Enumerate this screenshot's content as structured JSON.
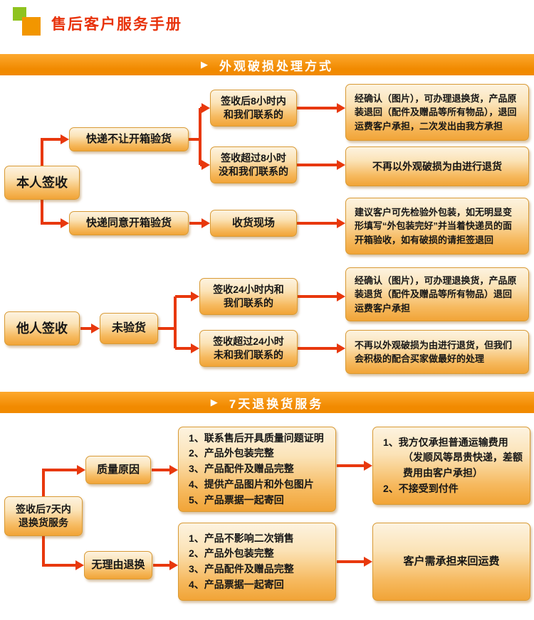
{
  "header": {
    "title": "售后客户服务手册"
  },
  "icons": {
    "banner_bullet": "▶"
  },
  "banners": {
    "damage": "外观破损处理方式",
    "returns": "7天退换货服务"
  },
  "colors": {
    "title_red": "#e8320b",
    "arrow_red": "#e8380d",
    "banner_orange": "#f18a00",
    "banner_orange_light": "#fda92f",
    "box_border": "#d89a35",
    "box_top": "#fdf3e0",
    "box_bottom": "#f1a437",
    "logo_green": "#8fc31f",
    "logo_orange": "#f29600"
  },
  "flow1": {
    "self_sign": "本人签收",
    "courier_no_open": "快递不让开箱验货",
    "courier_agree_open": "快递同意开箱验货",
    "contact_within_8h": "签收后8小时内\n和我们联系的",
    "no_contact_over_8h": "签收超过8小时\n没和我们联系的",
    "receiving_site": "收货现场",
    "result_exchange_8h": "经确认（图片），可办理退换货，产品原装退回（配件及赠品等所有物品），退回运费客户承担，二次发出由我方承担",
    "result_no_return": "不再以外观破损为由进行退货",
    "result_site_advice": "建议客户可先检验外包装，如无明显变形填写“外包装完好”并当着快递员的面开箱验收，如有破损的请拒签退回"
  },
  "flow2": {
    "other_sign": "他人签收",
    "not_inspected": "未验货",
    "contact_within_24h": "签收24小时内和\n我们联系的",
    "no_contact_over_24h": "签收超过24小时\n未和我们联系的",
    "result_exchange_24h": "经确认（图片），可办理退换货，产品原装退货（配件及赠品等所有物品）退回运费客户承担",
    "result_no_return_24h": "不再以外观破损为由进行退货，但我们会积极的配合买家做最好的处理"
  },
  "flow3": {
    "within_7days": "签收后7天内\n退换货服务",
    "quality_reason": "质量原因",
    "no_reason": "无理由退换",
    "quality_requirements": [
      "1、联系售后开具质量问题证明",
      "2、产品外包装完整",
      "3、产品配件及赠品完整",
      "4、提供产品图片和外包图片",
      "5、产品票据一起寄回"
    ],
    "no_reason_requirements": [
      "1、产品不影响二次销售",
      "2、产品外包装完整",
      "3、产品配件及赠品完整",
      "4、产品票据一起寄回"
    ],
    "quality_result": [
      "1、我方仅承担普通运输费用（发顺风等昂贵快递，差额费用由客户承担）",
      "2、不接受到付件"
    ],
    "no_reason_result": "客户需承担来回运费"
  }
}
